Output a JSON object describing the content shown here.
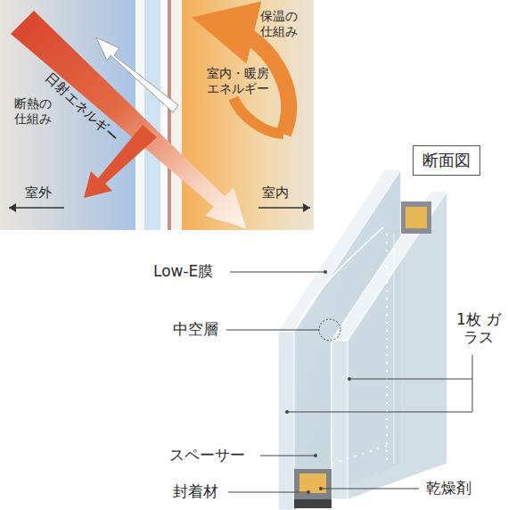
{
  "diagram": {
    "nodes": [
      {
        "text": [
          "断面図"
        ]
      }
    ],
    "labels": [
      "保温の 仕組み",
      "日射エネルギー",
      "室内・暖房 エネルギー",
      "断熱の 仕組み",
      "室外",
      "室内",
      "Low-E膜",
      "中空層",
      "1枚 ガラス",
      "スペーサー",
      "封着材",
      "乾燥剤"
    ]
  }
}
